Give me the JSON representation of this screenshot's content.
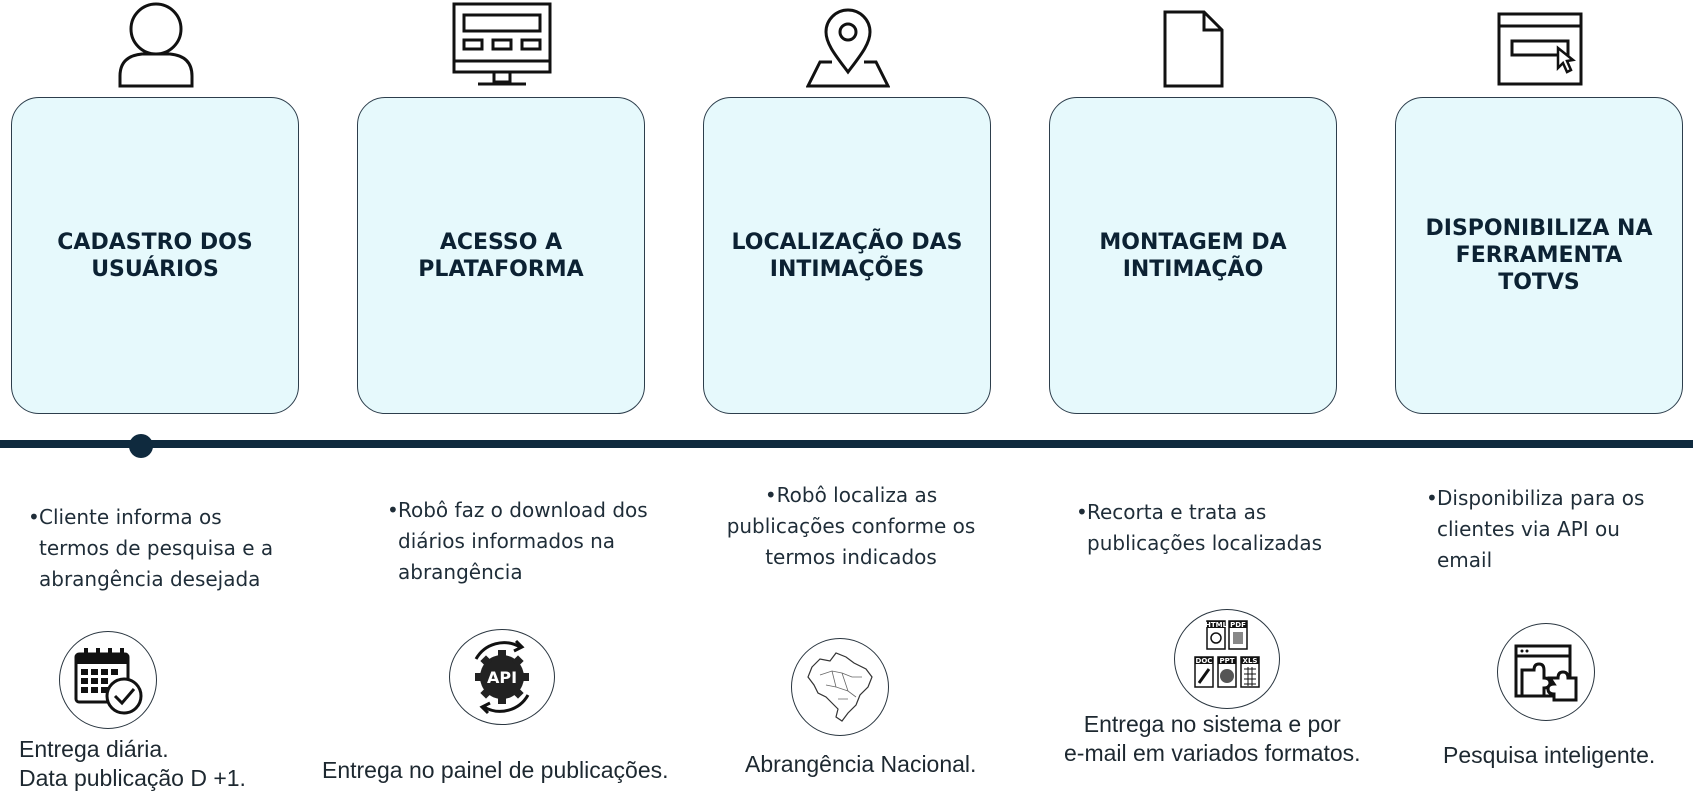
{
  "steps": [
    {
      "title": "CADASTRO DOS\nUSUÁRIOS",
      "icon": "user-icon",
      "bullet": "•",
      "description": "Cliente informa os\ntermos de pesquisa e a\nabrangência desejada",
      "badge_icon": "calendar-check-icon",
      "caption": "Entrega diária.\nData publicação D +1."
    },
    {
      "title": "ACESSO A\nPLATAFORMA",
      "icon": "monitor-icon",
      "bullet": "•",
      "description": "Robô faz o download dos\ndiários informados na\nabrangência",
      "badge_icon": "api-gear-icon",
      "badge_label": "API",
      "caption": "Entrega no painel de publicações."
    },
    {
      "title": "LOCALIZAÇÃO DAS\nINTIMAÇÕES",
      "icon": "map-pin-icon",
      "bullet": "•",
      "description": "Robô localiza as\npublicações conforme os\ntermos indicados",
      "badge_icon": "brazil-map-icon",
      "caption": "Abrangência Nacional."
    },
    {
      "title": "MONTAGEM DA\nINTIMAÇÃO",
      "icon": "document-icon",
      "bullet": "•",
      "description": "Recorta e trata as\npublicações localizadas",
      "badge_icon": "file-formats-icon",
      "formats": [
        "HTML",
        "PDF",
        "DOC",
        "PPT",
        "XLS"
      ],
      "caption": "Entrega no sistema e por\ne-mail em variados formatos."
    },
    {
      "title": "DISPONIBILIZA NA\nFERRAMENTA\nTOTVS",
      "icon": "browser-cursor-icon",
      "bullet": "•",
      "description": "Disponibiliza para os\nclientes via API ou\nemail",
      "badge_icon": "puzzle-window-icon",
      "caption": "Pesquisa inteligente."
    }
  ],
  "colors": {
    "card_fill": "#e6f9fc",
    "timeline": "#0f2a3e",
    "text": "#0c2233"
  }
}
